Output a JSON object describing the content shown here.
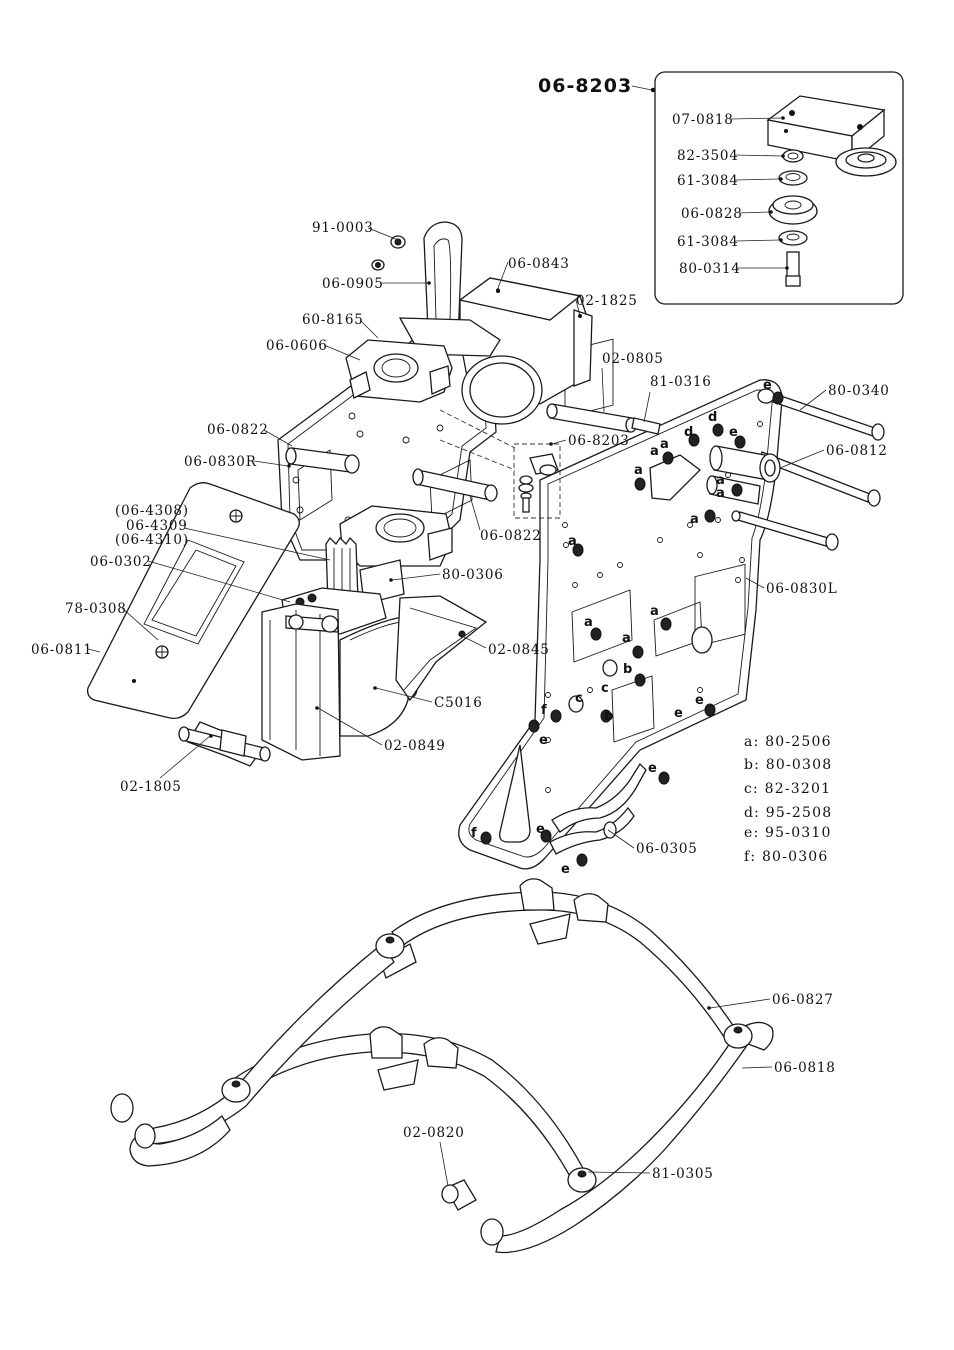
{
  "assembly": {
    "title": "06-8203",
    "inset_parts": [
      "07-0818",
      "82-3504",
      "61-3084",
      "06-0828",
      "61-3084",
      "80-0314"
    ]
  },
  "callouts": [
    {
      "id": "91-0003",
      "label": "91-0003"
    },
    {
      "id": "06-0905",
      "label": "06-0905"
    },
    {
      "id": "06-0843",
      "label": "06-0843"
    },
    {
      "id": "02-1825",
      "label": "02-1825"
    },
    {
      "id": "60-8165",
      "label": "60-8165"
    },
    {
      "id": "06-0606",
      "label": "06-0606"
    },
    {
      "id": "02-0805",
      "label": "02-0805"
    },
    {
      "id": "81-0316",
      "label": "81-0316"
    },
    {
      "id": "80-0340",
      "label": "80-0340"
    },
    {
      "id": "06-0822-top",
      "label": "06-0822"
    },
    {
      "id": "06-8203-sub",
      "label": "06-8203"
    },
    {
      "id": "06-0812",
      "label": "06-0812"
    },
    {
      "id": "06-0830R",
      "label": "06-0830R"
    },
    {
      "id": "06-4308",
      "label": "(06-4308)"
    },
    {
      "id": "06-4309",
      "label": "06-4309"
    },
    {
      "id": "06-4310",
      "label": "(06-4310)"
    },
    {
      "id": "06-0822-mid",
      "label": "06-0822"
    },
    {
      "id": "06-0302",
      "label": "06-0302"
    },
    {
      "id": "80-0306",
      "label": "80-0306"
    },
    {
      "id": "06-0830L",
      "label": "06-0830L"
    },
    {
      "id": "78-0308",
      "label": "78-0308"
    },
    {
      "id": "02-0845",
      "label": "02-0845"
    },
    {
      "id": "06-0811",
      "label": "06-0811"
    },
    {
      "id": "C5016",
      "label": "C5016"
    },
    {
      "id": "02-0849",
      "label": "02-0849"
    },
    {
      "id": "02-1805",
      "label": "02-1805"
    },
    {
      "id": "06-0305",
      "label": "06-0305"
    },
    {
      "id": "06-0827",
      "label": "06-0827"
    },
    {
      "id": "06-0818",
      "label": "06-0818"
    },
    {
      "id": "02-0820",
      "label": "02-0820"
    },
    {
      "id": "81-0305",
      "label": "81-0305"
    }
  ],
  "legend": [
    {
      "key": "a",
      "label": "a: 80-2506"
    },
    {
      "key": "b",
      "label": "b: 80-0308"
    },
    {
      "key": "c",
      "label": "c: 82-3201"
    },
    {
      "key": "d",
      "label": "d: 95-2508"
    },
    {
      "key": "e",
      "label": "e: 95-0310"
    },
    {
      "key": "f",
      "label": "f: 80-0306"
    }
  ],
  "hardware_letters": [
    "e",
    "d",
    "d",
    "e",
    "a",
    "a",
    "a",
    "a",
    "a",
    "a",
    "a",
    "a",
    "a",
    "a",
    "b",
    "b",
    "c",
    "c",
    "f",
    "e",
    "e",
    "e",
    "f",
    "e",
    "e",
    "e"
  ]
}
